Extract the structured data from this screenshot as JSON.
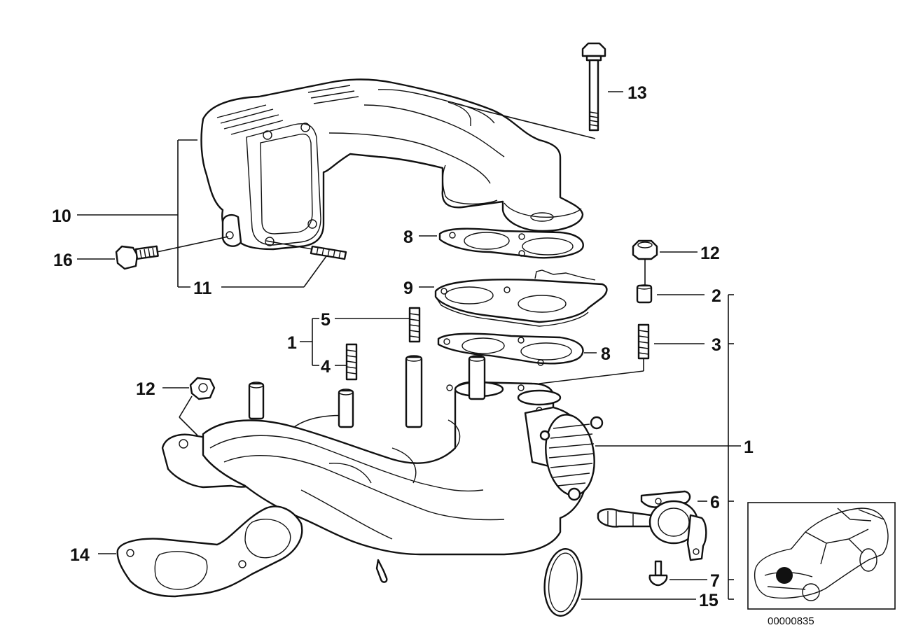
{
  "diagram": {
    "figure_number": "00000835",
    "callouts": {
      "c1": "1",
      "c1_left": "1",
      "c2": "2",
      "c3": "3",
      "c4": "4",
      "c5": "5",
      "c6": "6",
      "c7": "7",
      "c8_top": "8",
      "c8_bottom": "8",
      "c9": "9",
      "c10": "10",
      "c11": "11",
      "c12_right": "12",
      "c12_left": "12",
      "c13": "13",
      "c14": "14",
      "c15": "15",
      "c16": "16"
    }
  }
}
